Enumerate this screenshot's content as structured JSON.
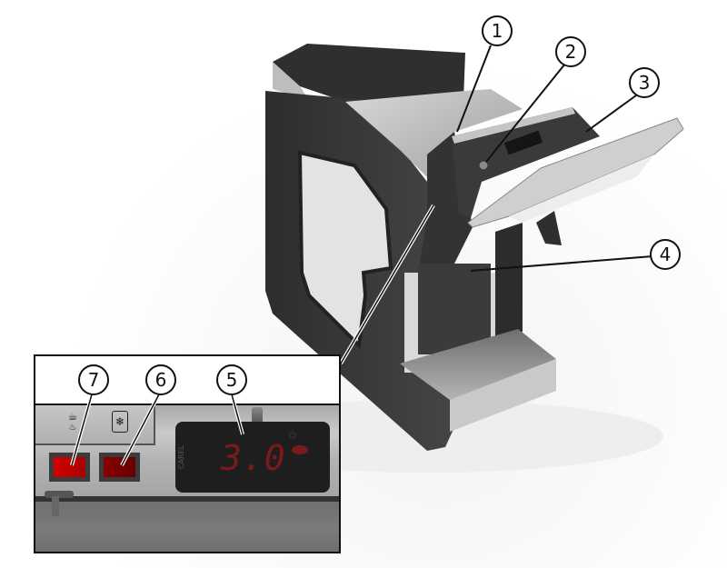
{
  "diagram": {
    "type": "product-illustration-with-callouts",
    "subject": "refrigerated dispensing machine with open top lid and control panel inset",
    "callouts": [
      {
        "number": "1",
        "target": "stainless-steel storage compartment"
      },
      {
        "number": "2",
        "target": "lid button / lock"
      },
      {
        "number": "3",
        "target": "hinged top lid with handle"
      },
      {
        "number": "4",
        "target": "interior chamber behind front opening"
      },
      {
        "number": "5",
        "target": "digital temperature controller display"
      },
      {
        "number": "6",
        "target": "cooling switch (snowflake)"
      },
      {
        "number": "7",
        "target": "heating / cup switch"
      }
    ]
  },
  "inset": {
    "controller_reading": "3.0",
    "controller_brand": "CAREL",
    "switch_left_icon": "cup-heat-icon",
    "switch_right_icon": "snowflake-icon",
    "cup_glyph": "☕",
    "heat_glyph": "♨",
    "snow_glyph": "❄"
  },
  "colors": {
    "body": "#3a3a3a",
    "steel": "#bdbdbd",
    "switch_red_on": "#c40000",
    "switch_red_off": "#7a0000",
    "display_digits": "#7a1a1a",
    "callout_stroke": "#111111"
  }
}
